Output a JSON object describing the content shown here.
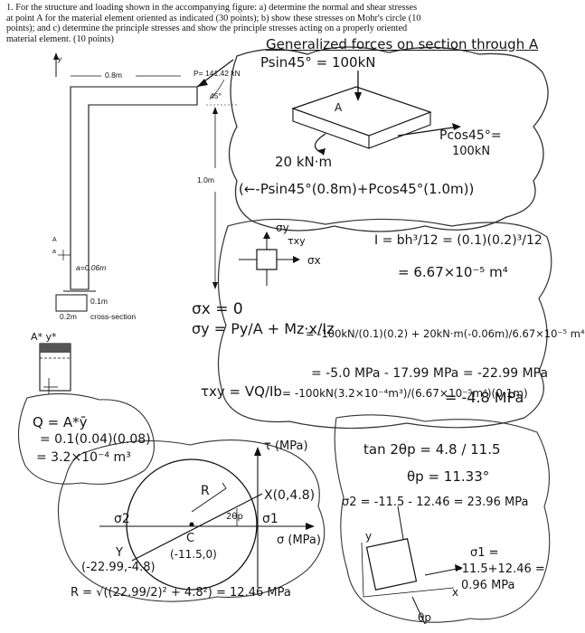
{
  "problem": {
    "line1": "1. For the structure and loading shown in the accompanying figure: a) determine the normal and shear stresses",
    "line2": "at point A for the material element oriented as indicated (30 points); b) show these stresses on Mohr's circle (10",
    "line3": "points); and c) determine the principle stresses and show the principle stresses acting on a properly oriented",
    "line4": "material element. (10 points)"
  },
  "figure": {
    "y_axis": "y",
    "dim_08m": "0.8m",
    "force_label": "P= 141.42 kN",
    "angle": "45°",
    "dim_10m": "1.0m",
    "a_dim": "a=0.06m",
    "a_marker": "a",
    "A_marker": "A",
    "width_label": "0.1m",
    "height_label": "0.2m",
    "cross_section": "cross-section"
  },
  "handwriting": {
    "header": "Generalized forces on section through A",
    "psin": "Psin45° = 100kN",
    "pcos1": "Pcos45°=",
    "pcos2": "100kN",
    "point_A": "A",
    "moment": "20 kN·m",
    "moment_expr": "(←-Psin45°(0.8m)+Pcos45°(1.0m))",
    "element_sy": "σy",
    "element_txy": "τxy",
    "element_sx": "σx",
    "inertia1": "I = bh³/12 = (0.1)(0.2)³/12",
    "inertia2": "= 6.67×10⁻⁵ m⁴",
    "sx_zero": "σx = 0",
    "sy_formula": "σy = Py/A + Mz·x/Iz",
    "sy_sub": "= -100kN/(0.1)(0.2) + 20kN·m(-0.06m)/6.67×10⁻⁵ m⁴",
    "sy_result": "= -5.0 MPa - 17.99 MPa = -22.99 MPa",
    "txy_formula": "τxy = VQ/Ib",
    "txy_sub": "= -100kN(3.2×10⁻⁴m³)/(6.67×10⁻⁵m⁴)(0.1m)",
    "txy_result": "= -4.8 MPa",
    "A_star": "A* y*",
    "Q_def": "Q = A*ȳ",
    "Q_calc": "= 0.1(0.04)(0.08)",
    "Q_result": "= 3.2×10⁻⁴ m³",
    "tau_axis": "τ (MPa)",
    "sigma_axis": "σ (MPa)",
    "R_label": "R",
    "s2_label": "σ2",
    "s1_label": "σ1",
    "point_X": "X(0,4.8)",
    "point_Y": "Y",
    "point_Y_coords": "(-22.99,-4.8)",
    "center_C": "C",
    "center_coords": "(-11.5,0)",
    "two_theta": "2θp",
    "R_formula": "R = √((22.99/2)² + 4.8²) = 12.46 MPa",
    "tan_line": "tan 2θp = 4.8 / 11.5",
    "theta_p": "θp = 11.33°",
    "s2_result": "σ2 = -11.5 - 12.46 = 23.96 MPa",
    "s1_line1": "σ1 =",
    "s1_line2": "-11.5+12.46 =",
    "s1_line3": "0.96 MPa",
    "theta_label": "θp",
    "y_small": "y",
    "x_small": "x"
  }
}
